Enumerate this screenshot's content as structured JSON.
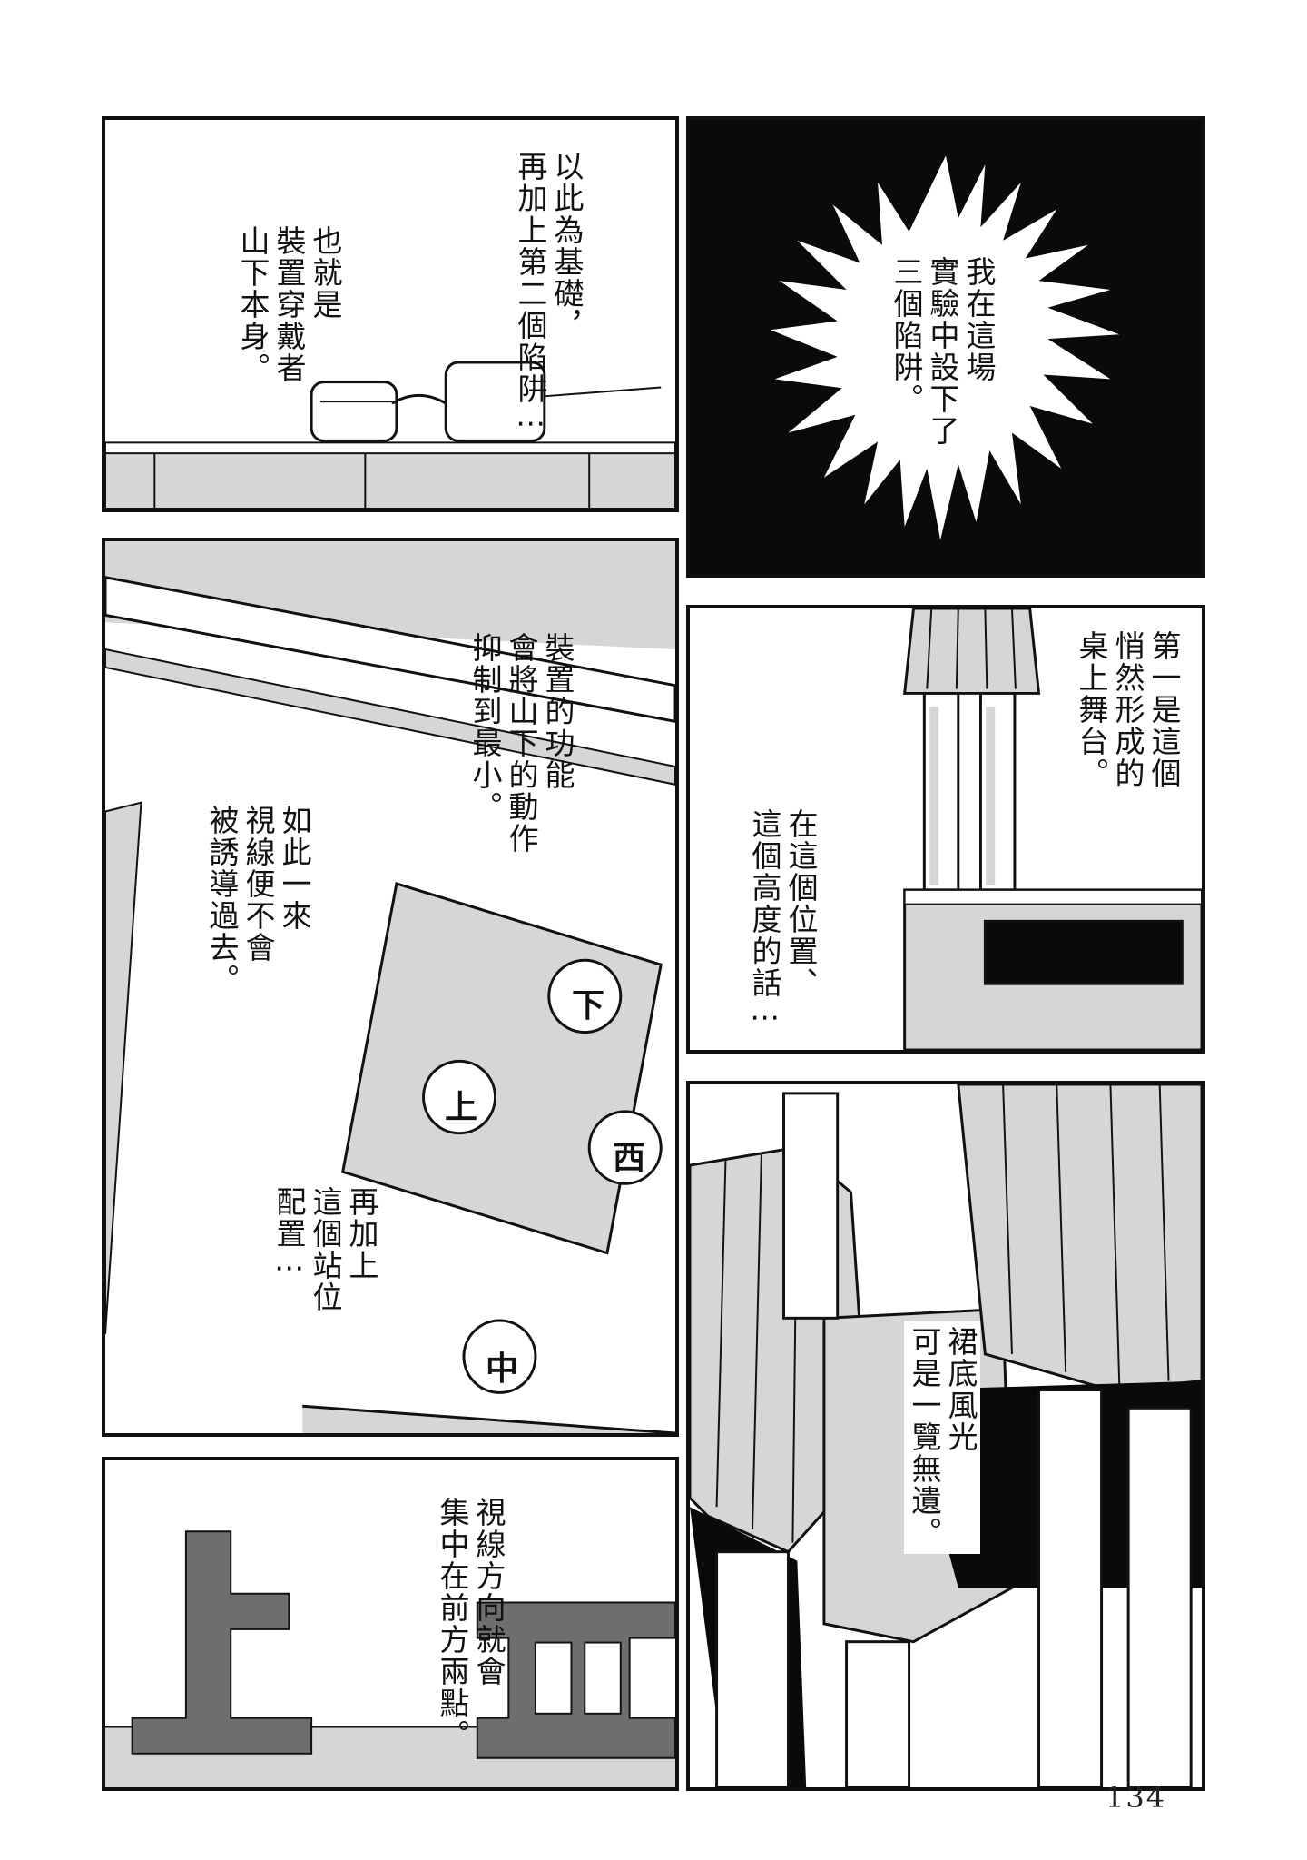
{
  "panels": {
    "p1": {
      "caption_lines": [
        "以此為基礎，",
        "再加上第二個陷阱⋯",
        "也就是",
        "裝置穿戴者",
        "山下本身。"
      ]
    },
    "p2": {
      "caption_lines": [
        "我在這場",
        "實驗中設下了",
        "三個陷阱。"
      ]
    },
    "p3": {
      "caption_a": [
        "裝置的功能",
        "會將山下的動作",
        "抑制到最小。"
      ],
      "caption_b": [
        "如此一來",
        "視線便不會",
        "被誘導過去。"
      ],
      "caption_c": [
        "再加上",
        "這個站位",
        "配置⋯"
      ],
      "sign_labels": [
        "下",
        "上",
        "西",
        "中"
      ]
    },
    "p4": {
      "caption_a": [
        "第一是這個",
        "悄然形成的",
        "桌上舞台。"
      ],
      "caption_b": [
        "在這個位置、",
        "這個高度的話⋯"
      ]
    },
    "p5": {
      "caption_lines": [
        "視線方向就會",
        "集中在前方兩點。"
      ],
      "sign_labels": [
        "上",
        "西"
      ]
    },
    "p6": {
      "caption_lines": [
        "裙底風光",
        "可是一覽無遺。"
      ]
    }
  },
  "page_number": "134",
  "colors": {
    "ink": "#111111",
    "tone": "#d6d6d6",
    "dark_tone": "#6e6e6e",
    "black_panel": "#0a0a0a"
  }
}
